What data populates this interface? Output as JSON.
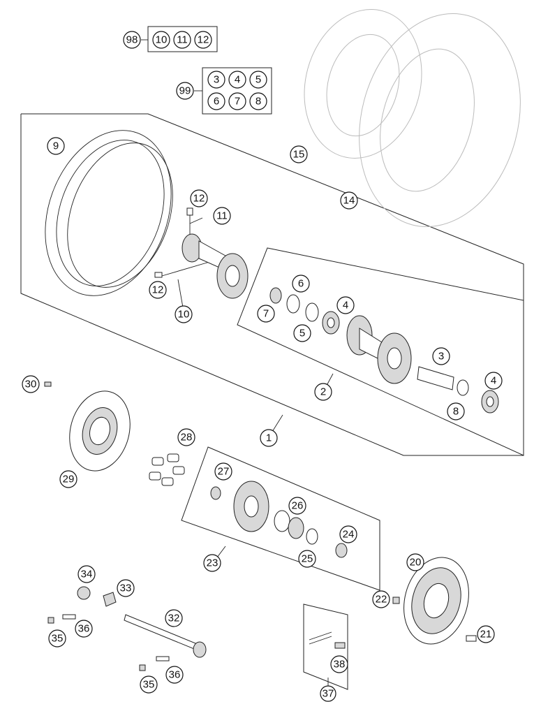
{
  "diagram": {
    "kit_98": {
      "label": "98",
      "members": [
        "10",
        "11",
        "12"
      ]
    },
    "kit_99": {
      "label": "99",
      "members": [
        "3",
        "4",
        "5",
        "6",
        "7",
        "8"
      ]
    },
    "callouts": {
      "c1": "1",
      "c2": "2",
      "c3": "3",
      "c4a": "4",
      "c4b": "4",
      "c5": "5",
      "c6": "6",
      "c7": "7",
      "c8": "8",
      "c9": "9",
      "c10": "10",
      "c11": "11",
      "c12a": "12",
      "c12b": "12",
      "c14": "14",
      "c15": "15",
      "c20": "20",
      "c21": "21",
      "c22": "22",
      "c23": "23",
      "c24": "24",
      "c25": "25",
      "c26": "26",
      "c27": "27",
      "c28": "28",
      "c29": "29",
      "c30": "30",
      "c32": "32",
      "c33": "33",
      "c34": "34",
      "c35a": "35",
      "c35b": "35",
      "c36a": "36",
      "c36b": "36",
      "c37": "37",
      "c38": "38"
    }
  }
}
